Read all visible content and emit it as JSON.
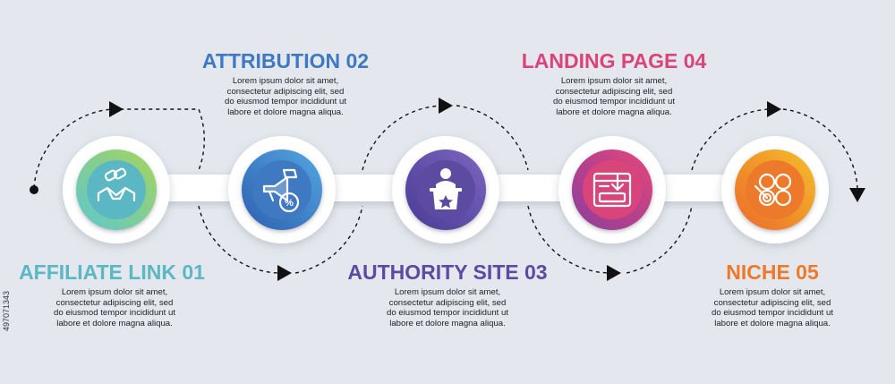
{
  "steps": [
    {
      "title": "AFFILIATE LINK 01",
      "desc": "Lorem ipsum dolor sit amet,\nconsectetur adipiscing elit, sed\ndo eiusmod tempor incididunt ut\nlabore et dolore magna aliqua.",
      "color": "#5bb7c3",
      "icon": "handshake-chain-icon"
    },
    {
      "title": "ATTRIBUTION 02",
      "desc": "Lorem ipsum dolor sit amet,\nconsectetur adipiscing elit, sed\ndo eiusmod tempor incididunt ut\nlabore et dolore magna aliqua.",
      "color": "#3f79c2",
      "icon": "megaphone-discount-icon"
    },
    {
      "title": "AUTHORITY SITE 03",
      "desc": "Lorem ipsum dolor sit amet,\nconsectetur adipiscing elit, sed\ndo eiusmod tempor incididunt ut\nlabore et dolore magna aliqua.",
      "color": "#5d4aa1",
      "icon": "podium-speaker-icon"
    },
    {
      "title": "LANDING PAGE 04",
      "desc": "Lorem ipsum dolor sit amet,\nconsectetur adipiscing elit, sed\ndo eiusmod tempor incididunt ut\nlabore et dolore magna aliqua.",
      "color": "#d9457a",
      "icon": "webpage-download-icon"
    },
    {
      "title": "NICHE 05",
      "desc": "Lorem ipsum dolor sit amet,\nconsectetur adipiscing elit, sed\ndo eiusmod tempor incididunt ut\nlabore et dolore magna aliqua.",
      "color": "#ec7a2a",
      "icon": "target-circles-icon"
    }
  ],
  "side_text": "497071343"
}
